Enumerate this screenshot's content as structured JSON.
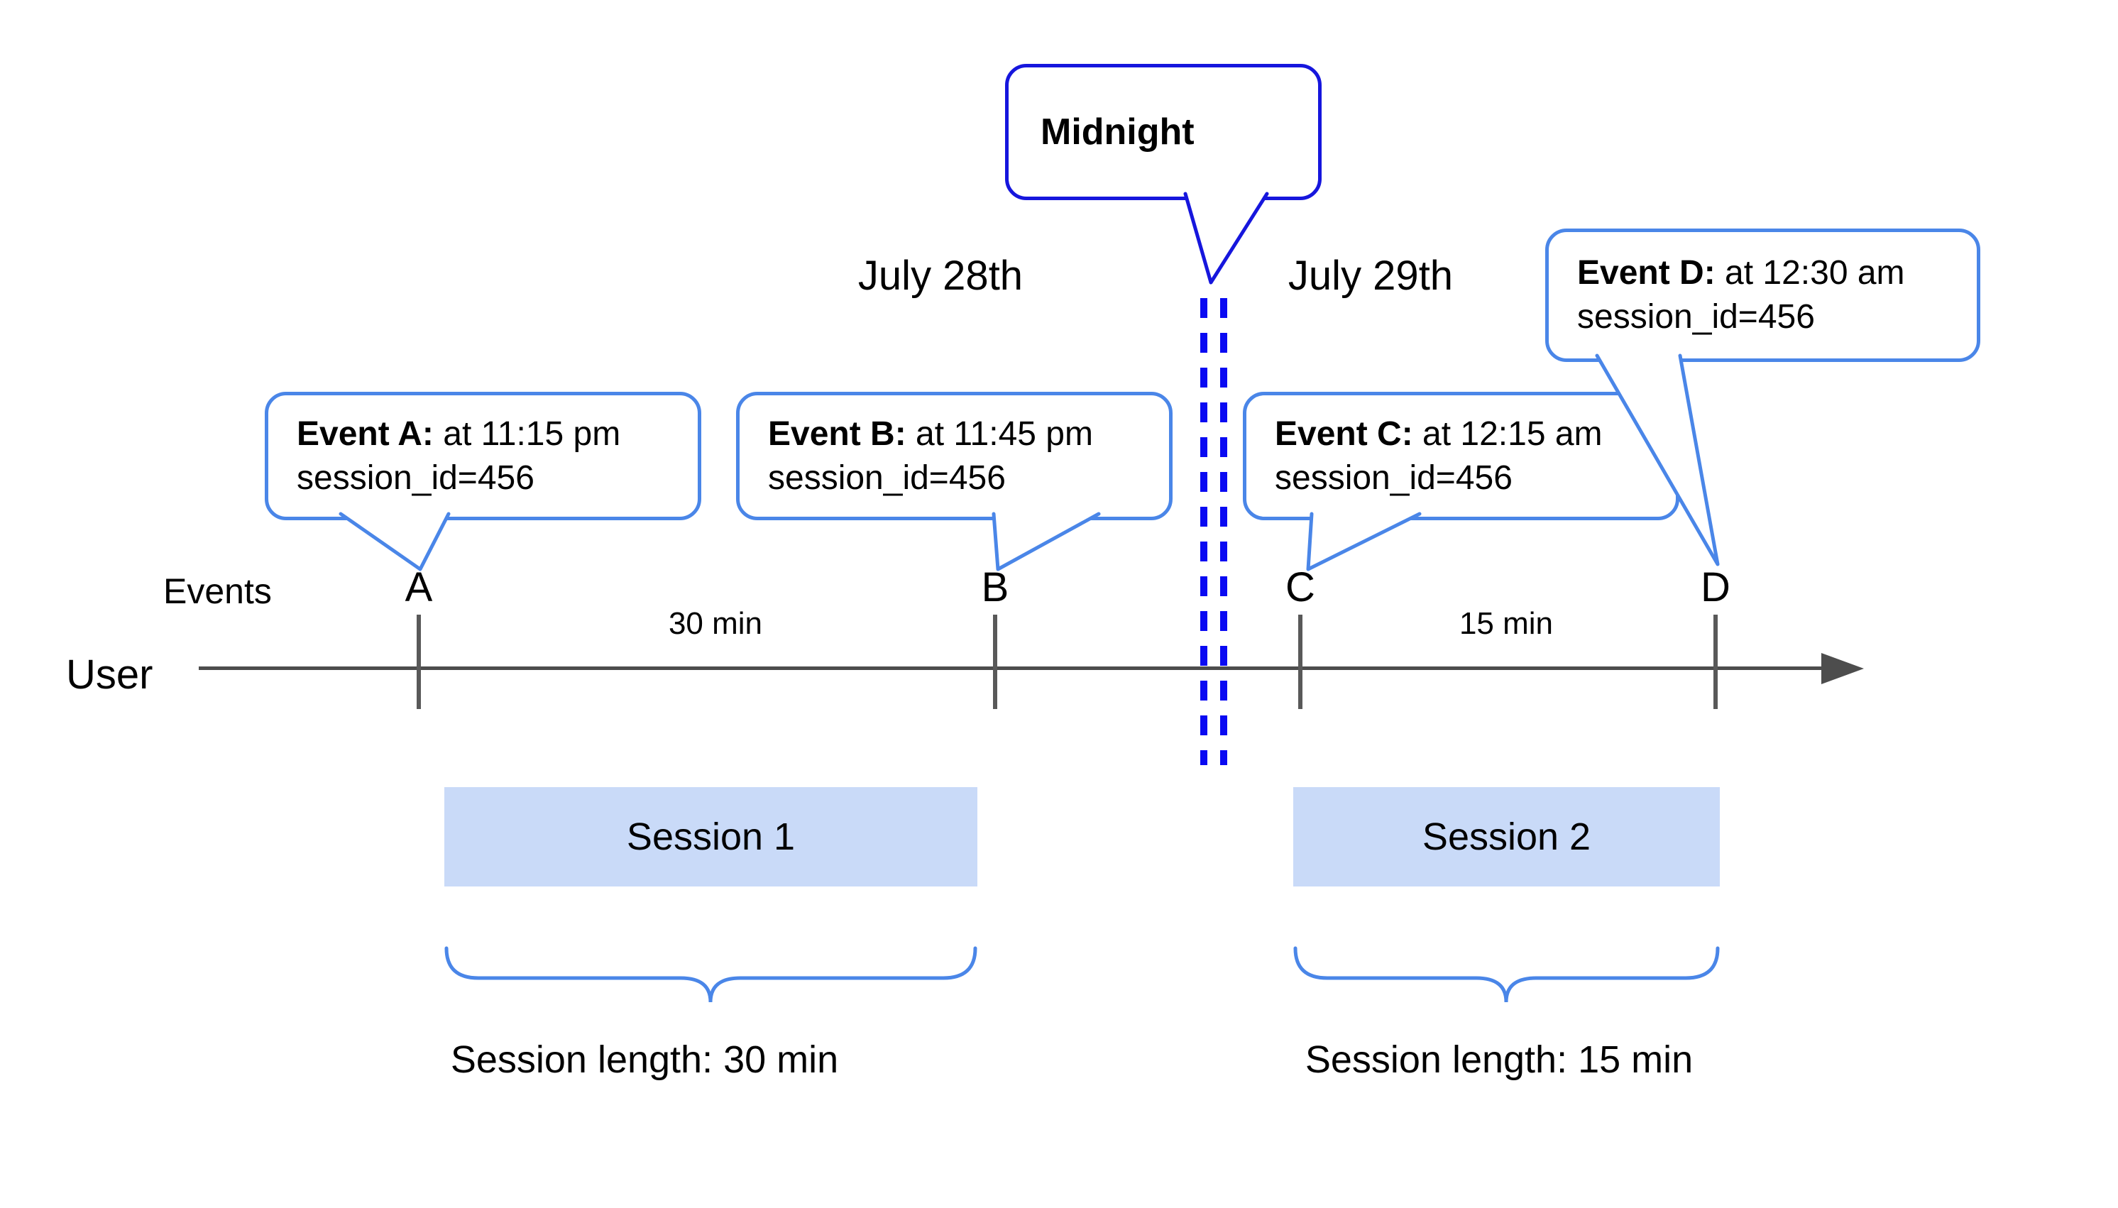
{
  "colors": {
    "accent-blue": "#4a86e8",
    "deep-blue": "#1616dd",
    "dash-blue": "#0a0af2",
    "line-gray": "#4d4d4d",
    "tick-gray": "#595959",
    "session-fill": "#c9daf8",
    "text-black": "#000000"
  },
  "midnight": {
    "label": "Midnight"
  },
  "dates": {
    "before_midnight": "July 28th",
    "after_midnight": "July 29th"
  },
  "timeline": {
    "events_label": "Events",
    "user_label": "User",
    "markers": [
      "A",
      "B",
      "C",
      "D"
    ],
    "intervals": [
      {
        "label": "30 min"
      },
      {
        "label": "15 min"
      }
    ]
  },
  "callouts": [
    {
      "event": "A",
      "bold": "Event A:",
      "rest": " at 11:15 pm",
      "line2": "session_id=456"
    },
    {
      "event": "B",
      "bold": "Event B:",
      "rest": " at 11:45 pm",
      "line2": "session_id=456"
    },
    {
      "event": "C",
      "bold": "Event C:",
      "rest": " at 12:15 am",
      "line2": "session_id=456"
    },
    {
      "event": "D",
      "bold": "Event D:",
      "rest": " at 12:30 am",
      "line2": "session_id=456"
    }
  ],
  "sessions": [
    {
      "label": "Session 1",
      "length": "Session length: 30 min"
    },
    {
      "label": "Session 2",
      "length": "Session length: 15 min"
    }
  ]
}
